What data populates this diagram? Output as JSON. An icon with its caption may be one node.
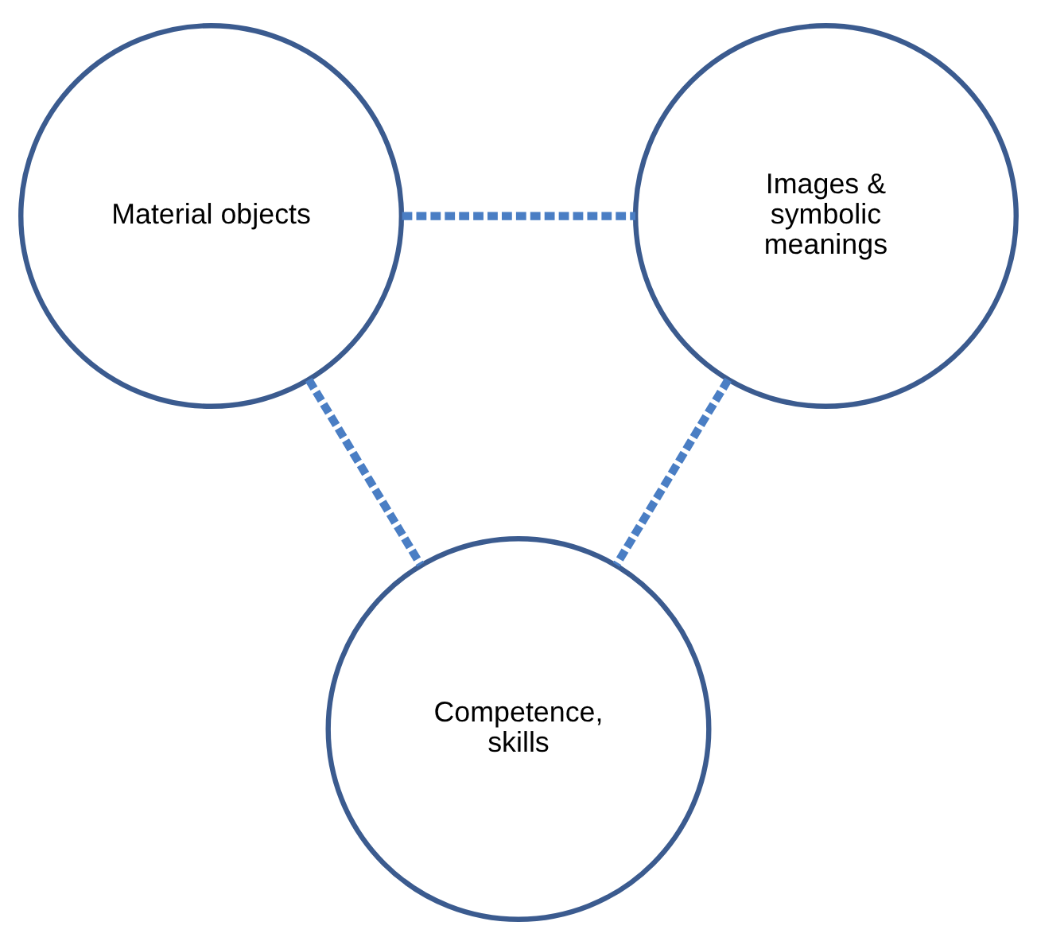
{
  "diagram": {
    "nodes": [
      {
        "text": [
          "Material objects"
        ]
      },
      {
        "text": [
          "Images & symbolic meanings"
        ]
      },
      {
        "text": [
          "Competence, skills"
        ]
      }
    ],
    "edges": [
      {
        "from": 0,
        "to": 1,
        "arrow": "none",
        "style": "dashed"
      },
      {
        "from": 0,
        "to": 2,
        "arrow": "none",
        "style": "dashed"
      },
      {
        "from": 1,
        "to": 2,
        "arrow": "none",
        "style": "dashed"
      }
    ]
  }
}
